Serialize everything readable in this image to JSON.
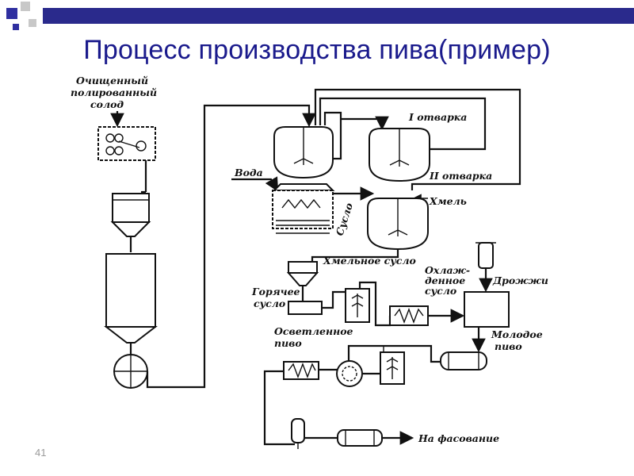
{
  "slide": {
    "title": "Процесс производства пива(пример)",
    "page_number": "41"
  },
  "colors": {
    "title": "#1a1a8c",
    "topbar": "#2a2a8c",
    "deco_blue": "#2f2fa0",
    "deco_gray": "#c8c8c8"
  },
  "labels": {
    "malt_line1": "Очищенный",
    "malt_line2": "полированный",
    "malt_line3": "солод",
    "water": "Вода",
    "first_boil": "I отварка",
    "second_boil": "II отварка",
    "wort": "Сусло",
    "hops": "Хмель",
    "hopped_wort": "Хмельное сусло",
    "hot_wort_line1": "Горячее",
    "hot_wort_line2": "сусло",
    "cooled_wort_line1": "Охлаж-",
    "cooled_wort_line2": "денное",
    "cooled_wort_line3": "сусло",
    "yeast": "Дрожжи",
    "clarified_beer_line1": "Осветленное",
    "clarified_beer_line2": "пиво",
    "young_beer_line1": "Молодое",
    "young_beer_line2": "пиво",
    "to_bottling": "На фасование"
  }
}
